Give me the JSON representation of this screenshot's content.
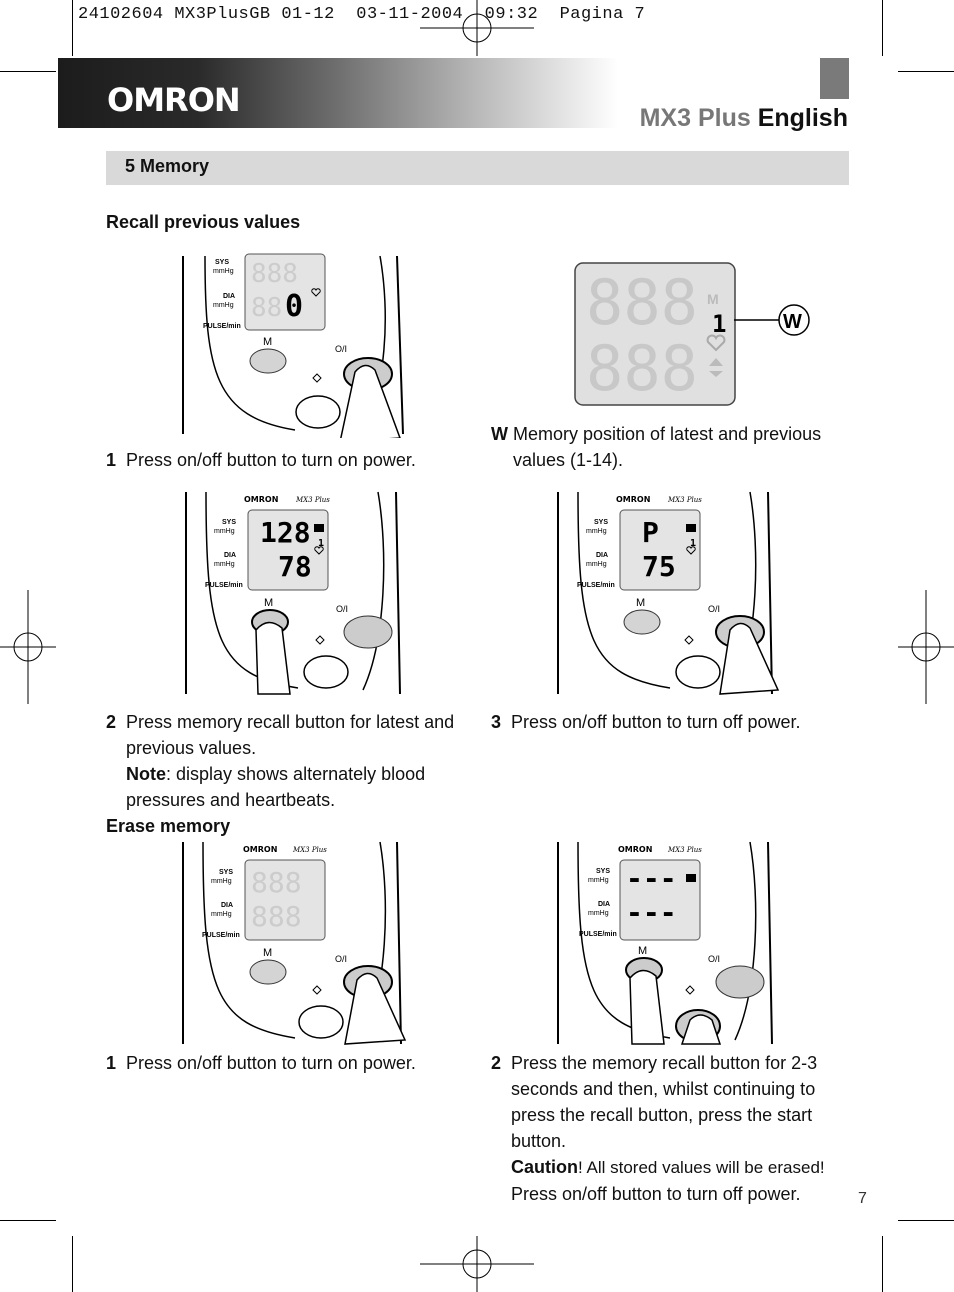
{
  "print_line": "24102604 MX3PlusGB 01-12  03-11-2004  09:32  Pagina 7",
  "header": {
    "brand": "OMRON",
    "product": "MX3 Plus",
    "language": "English"
  },
  "section": {
    "title": "5 Memory"
  },
  "recall": {
    "heading": "Recall previous values",
    "step1": {
      "num": "1",
      "text": "Press on/off button to turn on power."
    },
    "w_note": {
      "letter": "W",
      "text": "Memory position of latest and previous values (1-14)."
    },
    "step2": {
      "num": "2",
      "text": "Press memory recall button for latest and previous values.",
      "note_label": "Note",
      "note_text": ": display shows alternately blood pressures and heartbeats."
    },
    "step3": {
      "num": "3",
      "text": "Press on/off button to turn off power."
    }
  },
  "erase": {
    "heading": "Erase memory",
    "step1": {
      "num": "1",
      "text": "Press on/off button to turn on power."
    },
    "step2": {
      "num": "2",
      "text": "Press the memory recall button for 2-3 seconds and then, whilst continuing to press the recall button, press the start button.",
      "caution_label": "Caution",
      "caution_text": "! All stored values will be erased!",
      "final": "Press on/off button to turn off power."
    }
  },
  "device": {
    "sys": "SYS",
    "mmhg": "mmHg",
    "dia": "DIA",
    "pulse": "PULSE/min",
    "m_button": "M",
    "onoff": "O/I",
    "brand": "OMRON",
    "model": "MX3 Plus"
  },
  "displays": {
    "fig1_dia": "0",
    "fig2_sys": "128",
    "fig2_dia": "78",
    "fig2_mem": "1",
    "fig3_sys": "P",
    "fig3_dia": "75",
    "fig3_mem": "1",
    "fig4_sys": "---",
    "fig4_dia": "---",
    "w_mem": "1",
    "w_label": "W"
  },
  "page_number": "7"
}
